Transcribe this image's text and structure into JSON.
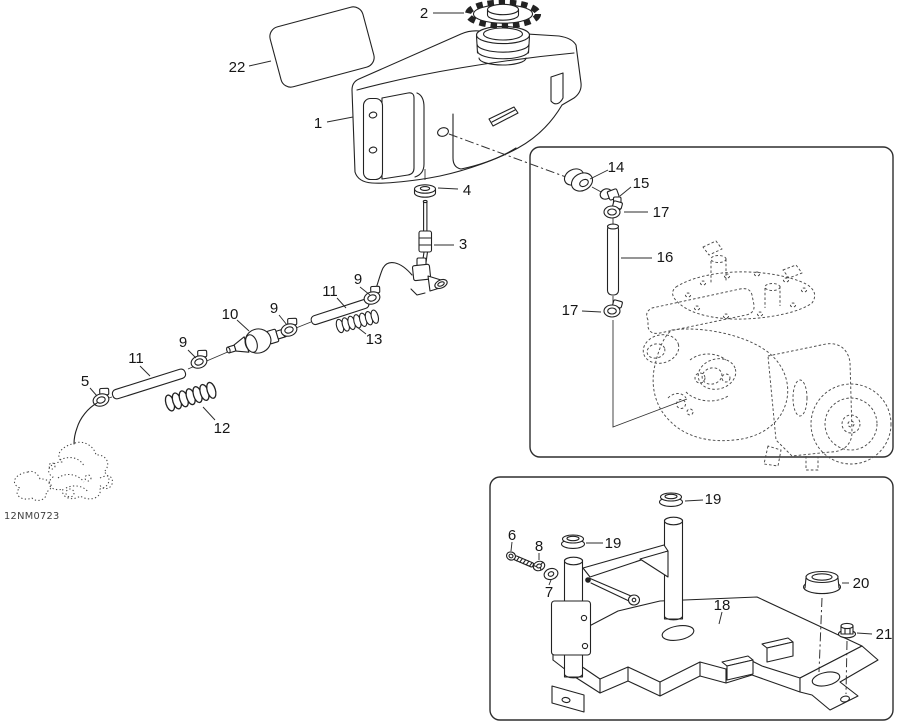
{
  "page": {
    "background_color": "#ffffff",
    "line_color": "#222222",
    "reference_line_color": "#4a4a4a",
    "document_code": "12NM0723",
    "callouts": {
      "1": "1",
      "2": "2",
      "3": "3",
      "4": "4",
      "5": "5",
      "6": "6",
      "7": "7",
      "8": "8",
      "9": "9",
      "10": "10",
      "11": "11",
      "12": "12",
      "13": "13",
      "14": "14",
      "15": "15",
      "16": "16",
      "17": "17",
      "18": "18",
      "19": "19",
      "20": "20",
      "21": "21",
      "22": "22"
    }
  }
}
